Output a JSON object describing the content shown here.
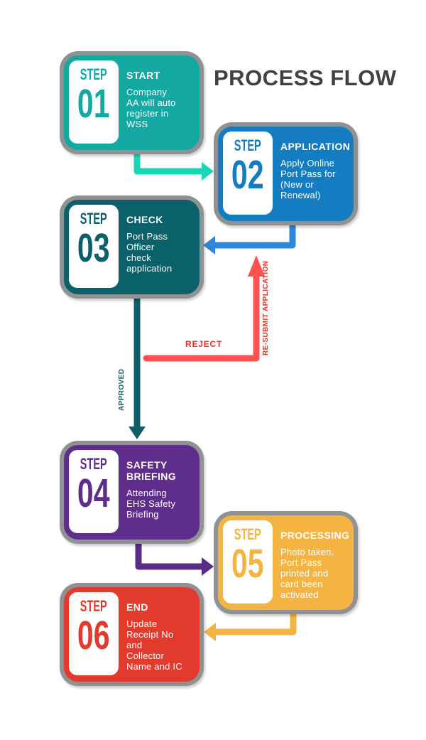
{
  "title": "PROCESS FLOW",
  "colors": {
    "teal": "#14A8A2",
    "blue": "#147CC0",
    "dark_teal": "#0B616A",
    "purple": "#5F2D8C",
    "yellow": "#F5B441",
    "red": "#E23B2E",
    "arrow_teal": "#1BD6B6",
    "arrow_blue": "#2E86D8",
    "arrow_dark_teal": "#0E5F68",
    "arrow_salmon": "#FB5450",
    "arrow_purple": "#5B2C87",
    "arrow_yellow": "#F2B543",
    "label_red": "#E83228",
    "border_gray": "#8F9192",
    "title_gray": "#414042"
  },
  "steps": [
    {
      "number": "01",
      "step_word": "STEP",
      "title": "START",
      "body": [
        "Company",
        "AA will auto",
        "register in",
        "WSS"
      ],
      "color": "#14A8A2"
    },
    {
      "number": "02",
      "step_word": "STEP",
      "title": "APPLICATION",
      "body": [
        "Apply Online",
        "Port Pass for",
        "(New or",
        "Renewal)"
      ],
      "color": "#147CC0"
    },
    {
      "number": "03",
      "step_word": "STEP",
      "title": "CHECK",
      "body": [
        "Port Pass",
        "Officer",
        "check",
        "application"
      ],
      "color": "#0B616A"
    },
    {
      "number": "04",
      "step_word": "STEP",
      "title": [
        "SAFETY",
        "BRIEFING"
      ],
      "body": [
        "Attending",
        "EHS Safety",
        "Briefing"
      ],
      "color": "#5F2D8C"
    },
    {
      "number": "05",
      "step_word": "STEP",
      "title": "PROCESSING",
      "body": [
        "Photo taken.",
        "Port Pass",
        "printed and",
        "card been",
        "activated"
      ],
      "color": "#F5B441"
    },
    {
      "number": "06",
      "step_word": "STEP",
      "title": "END",
      "body": [
        "Update",
        "Receipt No",
        "and",
        "Collector",
        "Name and IC"
      ],
      "color": "#E23B2E"
    }
  ],
  "flow_labels": {
    "approved": "APPROVED",
    "reject": "REJECT",
    "resubmit": "RE-SUBMIT APPLICATION"
  },
  "arrows": [
    {
      "from": "step-01",
      "to": "step-02",
      "color": "#1BD6B6"
    },
    {
      "from": "step-02",
      "to": "step-03",
      "color": "#2E86D8"
    },
    {
      "from": "step-03",
      "to": "step-04",
      "color": "#0E5F68",
      "label": "APPROVED"
    },
    {
      "from": "step-03",
      "to": "step-02",
      "color": "#FB5450",
      "label": "REJECT / RE-SUBMIT APPLICATION"
    },
    {
      "from": "step-04",
      "to": "step-05",
      "color": "#5B2C87"
    },
    {
      "from": "step-05",
      "to": "step-06",
      "color": "#F2B543"
    }
  ]
}
